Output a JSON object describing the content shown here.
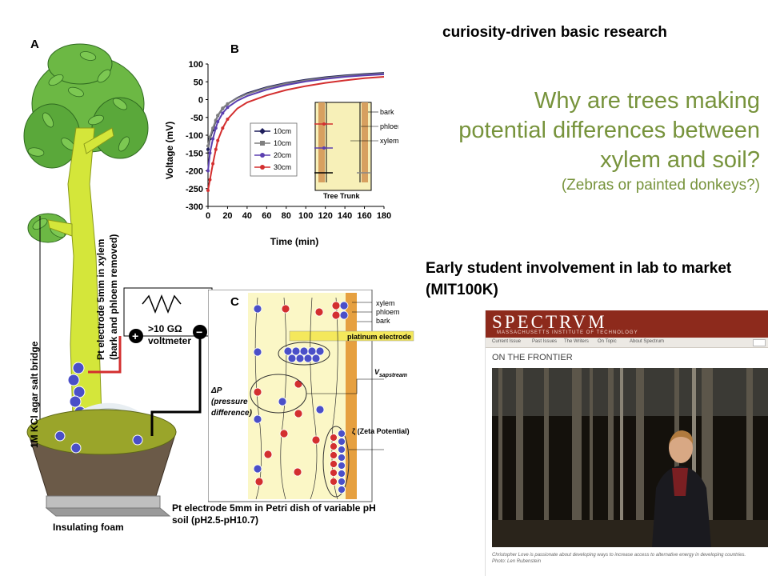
{
  "slide": {
    "heading": "curiosity-driven basic research",
    "question_lines": [
      "Why are trees making",
      "potential differences between",
      "xylem and soil?"
    ],
    "question_sub": "(Zebras or painted donkeys?)",
    "early_lines": [
      "Early student involvement in lab to market",
      "(MIT100K)"
    ]
  },
  "panel_a": {
    "letter": "A",
    "electrode_label_lines": [
      "Pt electrode 5mm in xylem",
      "(bark and phloem removed)"
    ],
    "salt_bridge": "1M KCl agar salt bridge",
    "voltmeter_value": ">10 GΩ",
    "voltmeter_label": "voltmeter",
    "plus": "+",
    "minus": "−",
    "foam": "Insulating foam",
    "dish_label_lines": [
      "Pt electrode 5mm in Petri dish of variable pH",
      "soil (pH2.5-pH10.7)"
    ]
  },
  "panel_b": {
    "letter": "B",
    "legend": [
      "10cm",
      "10cm",
      "20cm",
      "30cm"
    ],
    "trunk_labels": [
      "bark",
      "phloem",
      "xylem"
    ],
    "trunk_title": "Tree Trunk"
  },
  "chart_data": {
    "type": "line",
    "title": "",
    "xlabel": "Time (min)",
    "ylabel": "Voltage (mV)",
    "xlim": [
      0,
      180
    ],
    "ylim": [
      -300,
      100
    ],
    "xticks": [
      0,
      20,
      40,
      60,
      80,
      100,
      120,
      140,
      160,
      180
    ],
    "yticks": [
      100,
      50,
      0,
      -50,
      -100,
      -150,
      -200,
      -250,
      -300
    ],
    "legend_position": "left-middle",
    "grid": false,
    "series": [
      {
        "name": "10cm",
        "color": "#1f1f5c",
        "marker": "diamond",
        "x": [
          0,
          2,
          5,
          8,
          10,
          15,
          20,
          30,
          40,
          60,
          80,
          100,
          120,
          140,
          160,
          180
        ],
        "y": [
          -140,
          -110,
          -85,
          -60,
          -45,
          -25,
          -12,
          5,
          18,
          35,
          47,
          56,
          63,
          68,
          72,
          75
        ]
      },
      {
        "name": "10cm",
        "color": "#7f7f7f",
        "marker": "square",
        "x": [
          0,
          2,
          5,
          8,
          10,
          15,
          20,
          30,
          40,
          60,
          80,
          100,
          120,
          140,
          160,
          180
        ],
        "y": [
          -130,
          -105,
          -80,
          -58,
          -44,
          -24,
          -12,
          4,
          16,
          33,
          45,
          54,
          61,
          66,
          70,
          73
        ]
      },
      {
        "name": "20cm",
        "color": "#5b3fb0",
        "marker": "circle",
        "x": [
          0,
          2,
          5,
          8,
          10,
          15,
          20,
          30,
          40,
          60,
          80,
          100,
          120,
          140,
          160,
          180
        ],
        "y": [
          -200,
          -150,
          -110,
          -80,
          -62,
          -38,
          -22,
          -3,
          10,
          28,
          41,
          51,
          58,
          64,
          68,
          71
        ]
      },
      {
        "name": "30cm",
        "color": "#d32f2f",
        "marker": "circle",
        "x": [
          0,
          2,
          5,
          8,
          10,
          15,
          20,
          30,
          40,
          60,
          80,
          100,
          120,
          140,
          160,
          180
        ],
        "y": [
          -255,
          -225,
          -180,
          -140,
          -115,
          -80,
          -55,
          -25,
          -8,
          12,
          27,
          38,
          47,
          54,
          60,
          64
        ]
      }
    ]
  },
  "panel_c": {
    "letter": "C",
    "labels": [
      "xylem",
      "phloem",
      "bark"
    ],
    "electrode": "platinum electrode",
    "v_label": "V",
    "v_sub": "sapstream",
    "dp_lines": [
      "ΔP",
      "(pressure",
      "difference)"
    ],
    "zeta": "ζ (Zeta Potential)"
  },
  "spectrum": {
    "logo": "SPECTRVM",
    "institute": "MASSACHUSETTS INSTITUTE OF TECHNOLOGY",
    "nav": [
      "Current Issue",
      "Past Issues",
      "The Writers",
      "About Spectrum",
      "On Topic"
    ],
    "section": "ON THE FRONTIER",
    "caption_lines": [
      "Christopher Love is passionate about developing ways to increase access to alternative energy in developing countries. Photo: Len",
      "Rubenstein"
    ]
  },
  "colors": {
    "question_green": "#77933c",
    "tree_green": "#d4e63a",
    "leaf_green": "#5aa83a",
    "soil_olive": "#9aa52a",
    "spectrum_red": "#8d2a1c"
  }
}
